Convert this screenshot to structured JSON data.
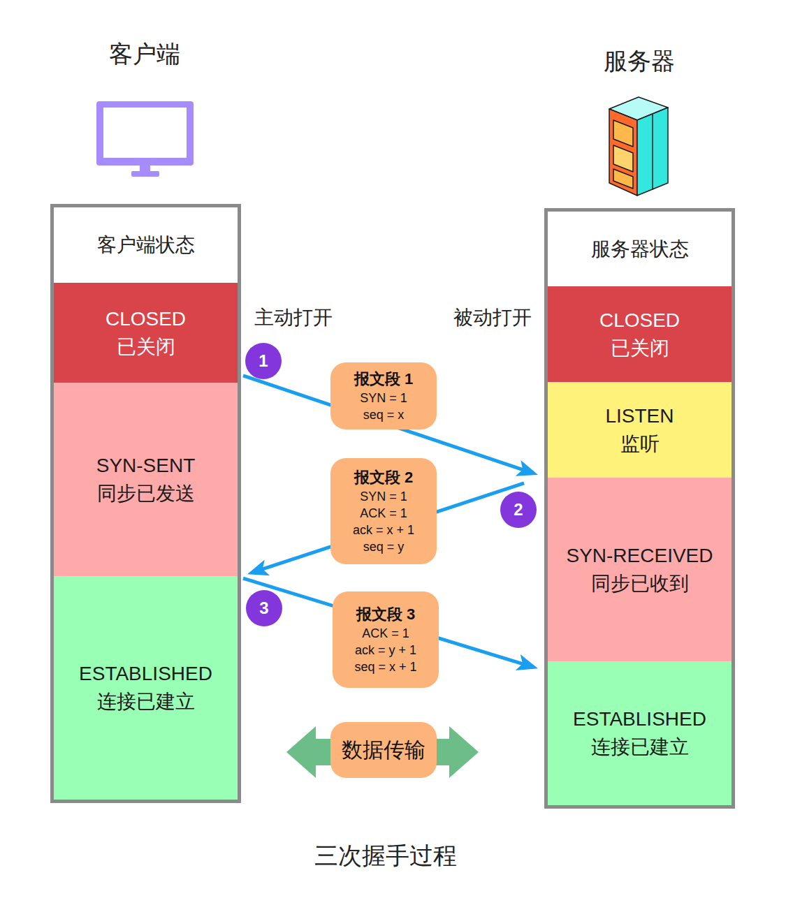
{
  "diagram": {
    "caption": "三次握手过程",
    "nodes": [
      {
        "text": [
          "客户端状态"
        ]
      },
      {
        "text": [
          "CLOSED",
          "已关闭"
        ],
        "in": 0
      },
      {
        "text": [
          "SYN-SENT",
          "同步已发送"
        ],
        "in": 0
      },
      {
        "text": [
          "ESTABLISHED",
          "连接已建立"
        ],
        "in": 0
      },
      {
        "text": [
          "服务器状态"
        ]
      },
      {
        "text": [
          "CLOSED",
          "已关闭"
        ],
        "in": 4
      },
      {
        "text": [
          "LISTEN",
          "监听"
        ],
        "in": 4
      },
      {
        "text": [
          "SYN-RECEIVED",
          "同步已收到"
        ],
        "in": 4
      },
      {
        "text": [
          "ESTABLISHED",
          "连接已建立"
        ],
        "in": 4
      },
      {
        "text": [
          "1"
        ]
      },
      {
        "text": [
          "报文段 1",
          "SYN = 1",
          "seq = x"
        ]
      },
      {
        "text": [
          "报文段 2",
          "SYN = 1",
          "ACK = 1",
          "ack = x + 1",
          "seq = y"
        ]
      },
      {
        "text": [
          "2"
        ]
      },
      {
        "text": [
          "3"
        ]
      },
      {
        "text": [
          "报文段 3",
          "ACK = 1",
          "ack = y + 1",
          "seq = x + 1"
        ]
      },
      {
        "text": [
          "数据传输"
        ]
      }
    ],
    "edges": [
      {
        "from": 1,
        "to": 6,
        "arrow": "to"
      },
      {
        "from": 7,
        "to": 2,
        "arrow": "to"
      },
      {
        "from": 3,
        "to": 8,
        "arrow": "to"
      }
    ],
    "labels": [
      "客户端",
      "服务器",
      "主动打开",
      "被动打开"
    ]
  }
}
